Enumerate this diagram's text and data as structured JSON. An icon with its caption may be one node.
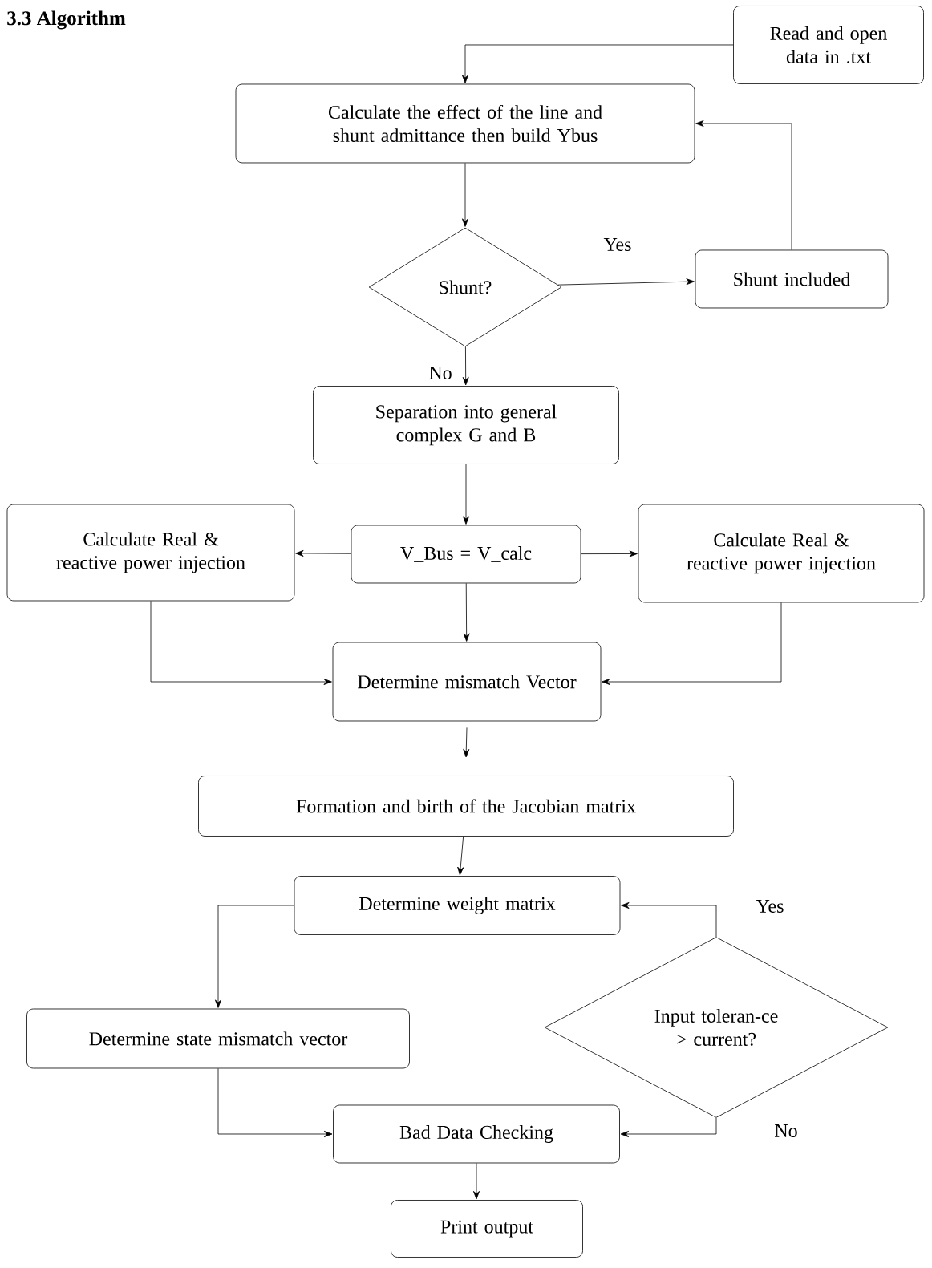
{
  "diagram": {
    "title": "3.3 Algorithm",
    "nodes": [
      {
        "text": [
          "Read and open data in .txt"
        ]
      },
      {
        "text": [
          "Calculate the effect of the line and shunt admittance then build Ybus"
        ]
      },
      {
        "text": [
          "Shunt?"
        ]
      },
      {
        "text": [
          "Shunt included"
        ]
      },
      {
        "text": [
          "Separation into general complex G and B"
        ]
      },
      {
        "text": [
          "Calculate Real & reactive power injection"
        ]
      },
      {
        "text": [
          "V_Bus = V_calc"
        ]
      },
      {
        "text": [
          "Calculate Real & reactive power injection"
        ]
      },
      {
        "text": [
          "Determine mismatch Vector"
        ]
      },
      {
        "text": [
          "Formation and birth of the Jacobian matrix"
        ]
      },
      {
        "text": [
          "Determine weight matrix"
        ]
      },
      {
        "text": [
          "Input toleran-ce > current?"
        ]
      },
      {
        "text": [
          "Determine state mismatch vector"
        ]
      },
      {
        "text": [
          "Bad Data Checking"
        ]
      },
      {
        "text": [
          "Print output"
        ]
      }
    ],
    "edges": [
      {
        "from": 0,
        "to": 1,
        "arrow": "to"
      },
      {
        "from": 1,
        "to": 2,
        "arrow": "to"
      },
      {
        "from": 2,
        "to": 3,
        "arrow": "to",
        "label": "Yes"
      },
      {
        "from": 3,
        "to": 1,
        "arrow": "to"
      },
      {
        "from": 2,
        "to": 4,
        "arrow": "to",
        "label": "No"
      },
      {
        "from": 4,
        "to": 6,
        "arrow": "to"
      },
      {
        "from": 6,
        "to": 5,
        "arrow": "to"
      },
      {
        "from": 6,
        "to": 7,
        "arrow": "to"
      },
      {
        "from": 6,
        "to": 8,
        "arrow": "to"
      },
      {
        "from": 5,
        "to": 8,
        "arrow": "to"
      },
      {
        "from": 7,
        "to": 8,
        "arrow": "to"
      },
      {
        "from": 8,
        "to": 9,
        "arrow": "to"
      },
      {
        "from": 9,
        "to": 10,
        "arrow": "to"
      },
      {
        "from": 10,
        "to": 12,
        "arrow": "to"
      },
      {
        "from": 11,
        "to": 10,
        "arrow": "to",
        "label": "Yes"
      },
      {
        "from": 11,
        "to": 13,
        "arrow": "to",
        "label": "No"
      },
      {
        "from": 12,
        "to": 13,
        "arrow": "to"
      },
      {
        "from": 13,
        "to": 14,
        "arrow": "to"
      }
    ]
  }
}
